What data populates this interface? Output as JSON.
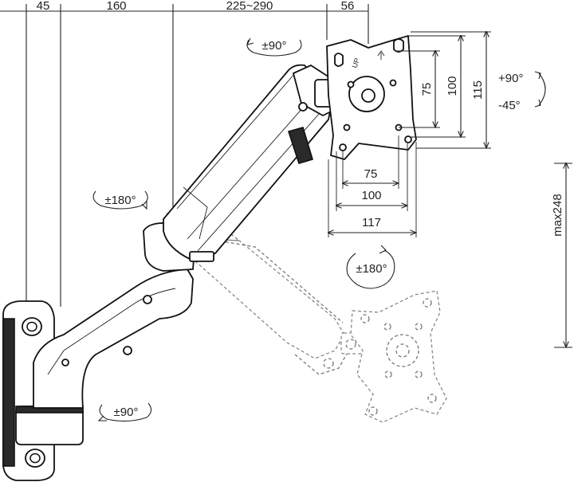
{
  "dimensions": {
    "top_45": "45",
    "top_160": "160",
    "top_225_290": "225~290",
    "top_56": "56",
    "vesa_75_h": "75",
    "vesa_100_h": "100",
    "vesa_117_h": "117",
    "vesa_75_v": "75",
    "vesa_100_v": "100",
    "vesa_115_v": "115",
    "max_height": "max248"
  },
  "rotations": {
    "arm_upper": "±90°",
    "arm_mid": "±180°",
    "arm_base": "±90°",
    "tilt_up": "+90°",
    "tilt_down": "-45°",
    "plate_rotate": "±180°"
  },
  "plate_marker": "UP"
}
